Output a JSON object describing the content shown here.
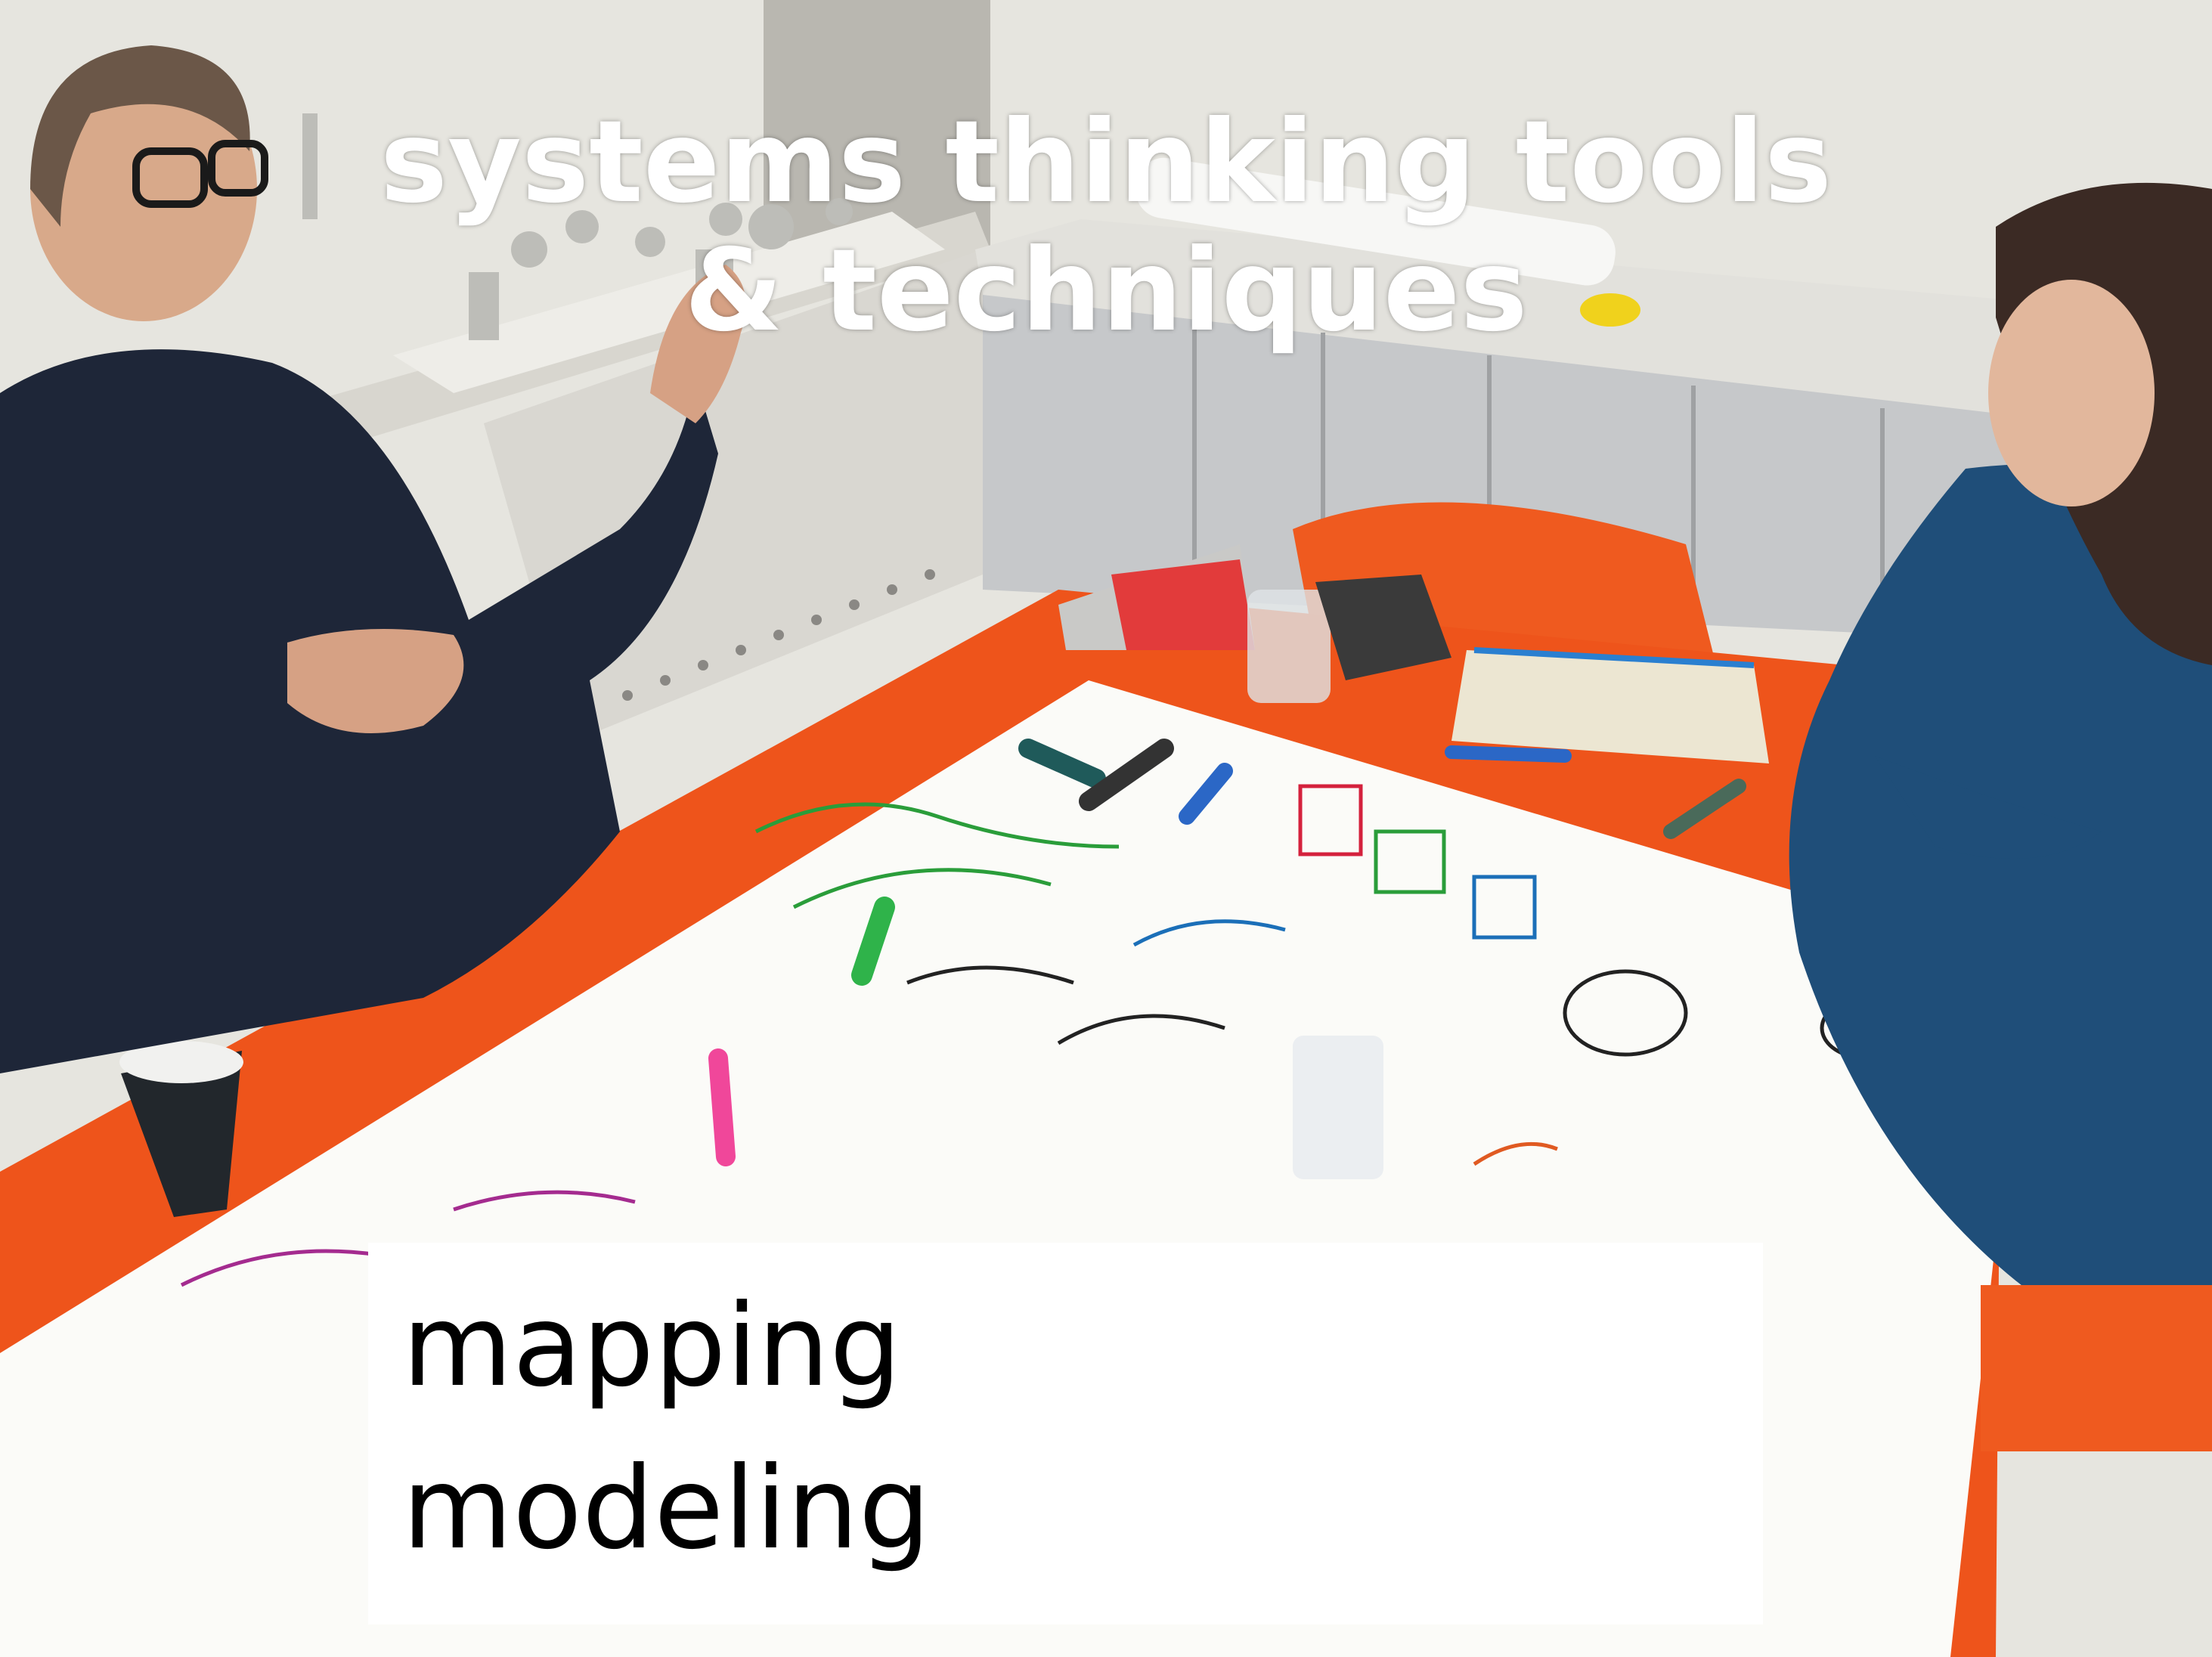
{
  "title": {
    "line1": "systems thinking tools",
    "line2": "& techniques"
  },
  "caption": {
    "items": [
      "mapping",
      "modeling"
    ]
  },
  "colors": {
    "wall": "#e9e8e2",
    "cabinet": "#c9cbcd",
    "table": "#f0541c",
    "paper": "#fbfbf8",
    "title_text": "#ffffff",
    "caption_bg": "#ffffff",
    "caption_text": "#000000"
  }
}
